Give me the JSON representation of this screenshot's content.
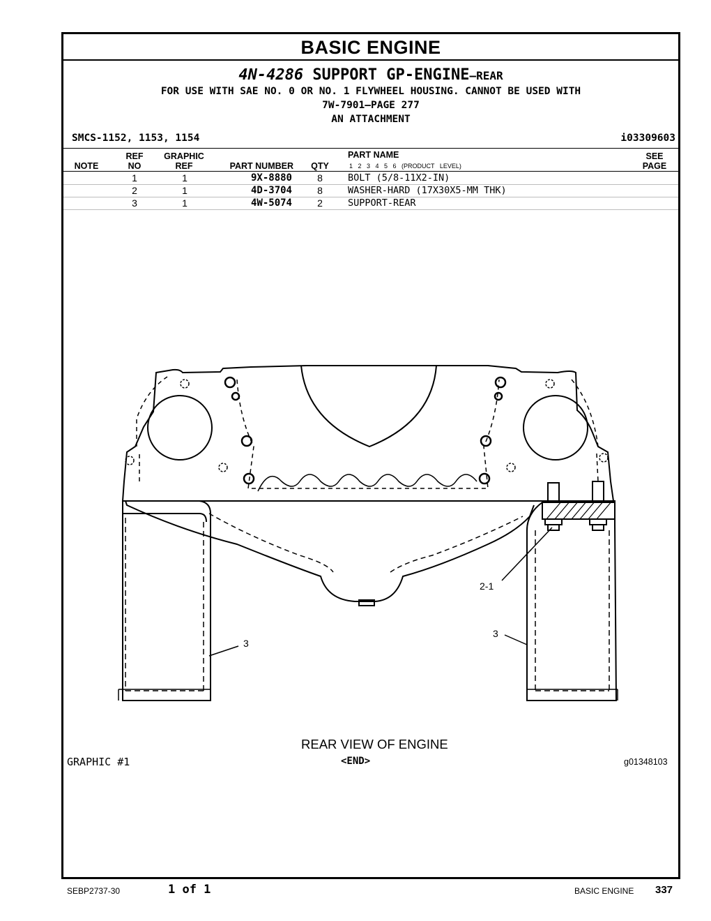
{
  "section_title": "BASIC ENGINE",
  "group": {
    "part_number": "4N-4286",
    "name": "SUPPORT GP-ENGINE",
    "suffix": "—REAR",
    "notes": [
      "FOR USE WITH SAE NO. 0 OR NO. 1 FLYWHEEL HOUSING. CANNOT BE USED WITH",
      "7W-7901—PAGE 277",
      "AN ATTACHMENT"
    ],
    "smcs": "SMCS-1152, 1153, 1154",
    "info_id": "i03309603"
  },
  "table": {
    "headers": {
      "note": "NOTE",
      "ref": [
        "REF",
        "NO"
      ],
      "graphic": [
        "GRAPHIC",
        "REF"
      ],
      "part_number": "PART NUMBER",
      "qty": "QTY",
      "part_name": "PART NAME",
      "product_level": "1 2 3 4 5 6 (PRODUCT LEVEL)",
      "see_page": [
        "SEE",
        "PAGE"
      ]
    },
    "rows": [
      {
        "note": "",
        "ref": "1",
        "graphic": "1",
        "part_number": "9X-8880",
        "qty": "8",
        "name": "BOLT (5/8-11X2-IN)",
        "page": ""
      },
      {
        "note": "",
        "ref": "2",
        "graphic": "1",
        "part_number": "4D-3704",
        "qty": "8",
        "name": "WASHER-HARD (17X30X5-MM THK)",
        "page": ""
      },
      {
        "note": "",
        "ref": "3",
        "graphic": "1",
        "part_number": "4W-5074",
        "qty": "2",
        "name": "SUPPORT-REAR",
        "page": ""
      }
    ]
  },
  "illustration": {
    "view_label": "REAR VIEW OF ENGINE",
    "callouts": [
      "2-1",
      "3",
      "3"
    ],
    "graphic_number": "GRAPHIC #1",
    "end_marker": "<END>",
    "graphic_id": "g01348103"
  },
  "footer": {
    "doc_id": "SEBP2737-30",
    "page_of": "1 of 1",
    "section": "BASIC ENGINE",
    "page_number": "337"
  }
}
